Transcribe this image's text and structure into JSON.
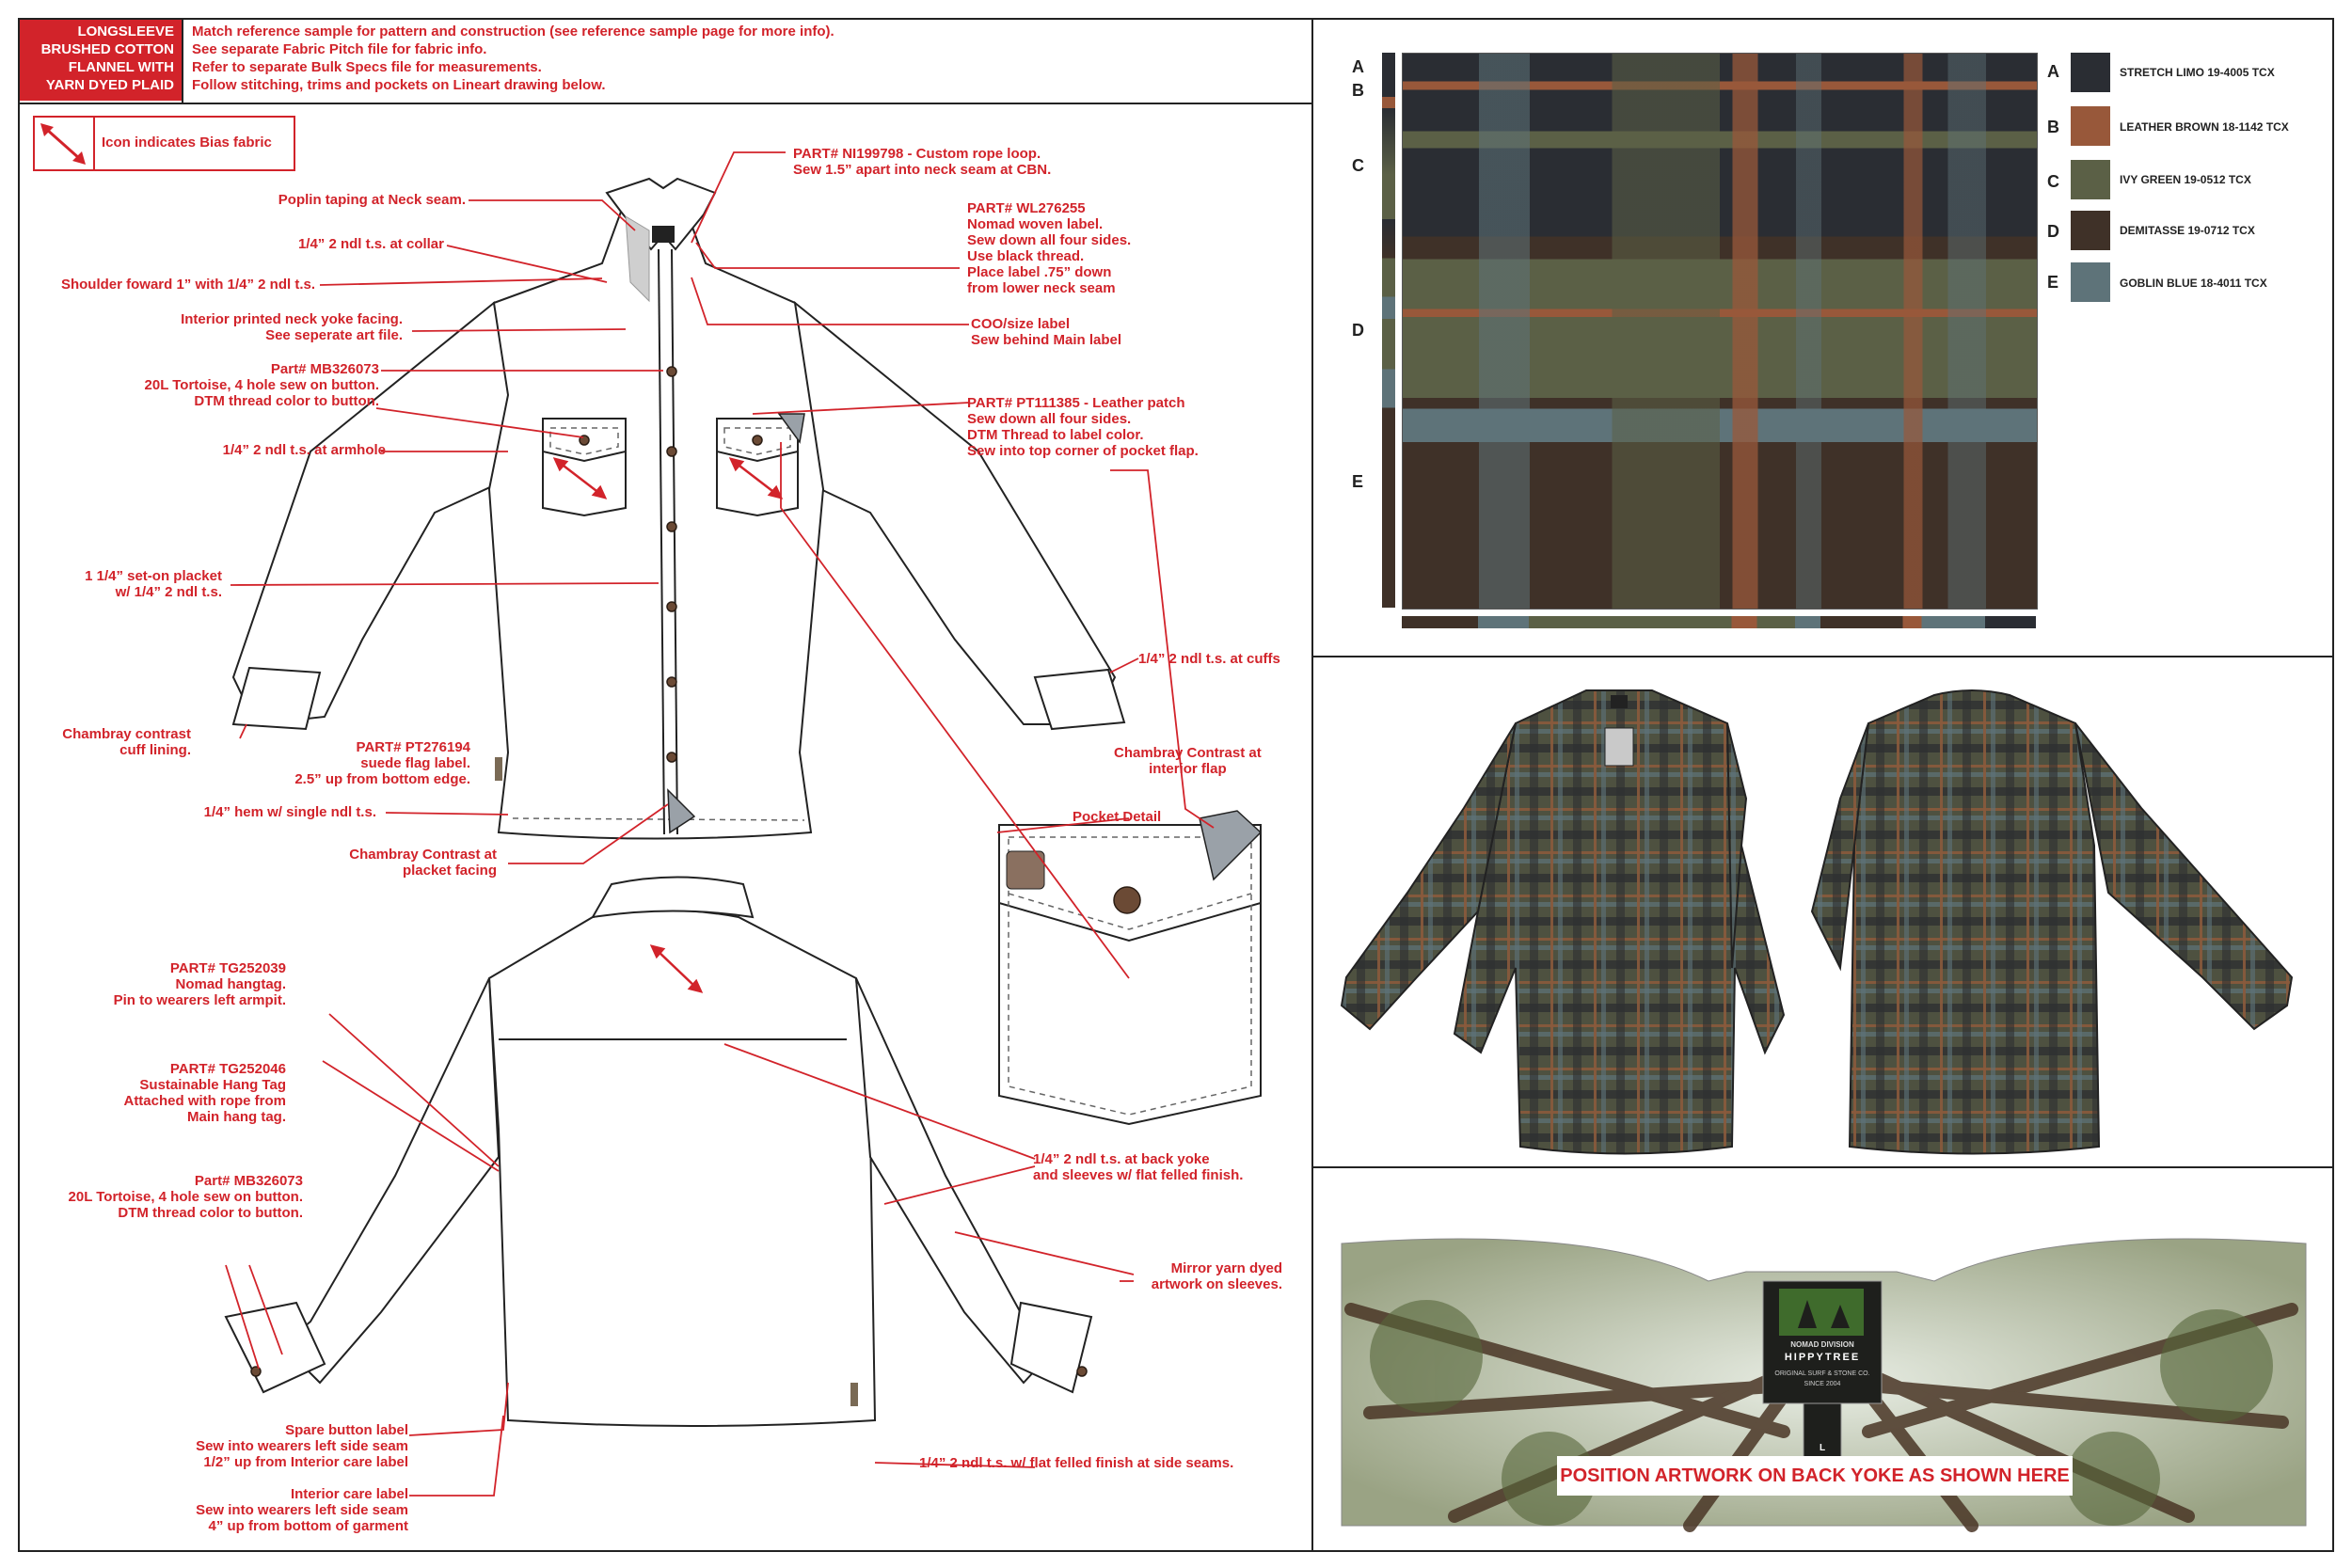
{
  "header": {
    "title_lines": [
      "LONGSLEEVE",
      "BRUSHED COTTON",
      "FLANNEL WITH",
      "YARN DYED PLAID"
    ],
    "notes": [
      "Match reference sample for pattern and construction (see reference sample page for more info).",
      "See separate Fabric Pitch file for fabric info.",
      "Refer to separate Bulk Specs file for measurements.",
      "Follow stitching, trims and pockets on Lineart drawing below."
    ]
  },
  "legend": {
    "text": "Icon indicates Bias fabric"
  },
  "front_annotations": {
    "neck_seam": "Poplin taping at Neck seam.",
    "collar": "1/4” 2 ndl t.s. at collar",
    "shoulder": "Shoulder foward 1” with 1/4” 2 ndl t.s.",
    "yoke_facing": [
      "Interior printed neck yoke facing.",
      "See seperate art file."
    ],
    "button": [
      "Part# MB326073",
      "20L Tortoise, 4 hole sew on button.",
      "DTM thread color to button."
    ],
    "armhole": "1/4” 2 ndl t.s. at armhole",
    "placket": [
      "1 1/4” set-on placket",
      "w/ 1/4” 2 ndl t.s."
    ],
    "cuff_lining": [
      "Chambray contrast",
      "cuff lining."
    ],
    "flag_label": [
      "PART# PT276194",
      "suede flag label.",
      "2.5” up from bottom edge."
    ],
    "hem": "1/4” hem w/ single ndl t.s.",
    "placket_facing": [
      "Chambray Contrast at",
      "placket facing"
    ],
    "rope_loop": [
      "PART# NI199798 - Custom rope loop.",
      "Sew 1.5” apart into neck seam at CBN."
    ],
    "woven_label": [
      "PART# WL276255",
      "Nomad woven label.",
      "Sew down all four sides.",
      "Use black thread.",
      "Place label .75” down",
      "from lower neck seam"
    ],
    "coo_label": [
      "COO/size label",
      "Sew behind Main label"
    ],
    "leather_patch": [
      "PART# PT111385 - Leather patch",
      "Sew down all four sides.",
      "DTM Thread to label color.",
      "Sew into top corner of pocket flap."
    ],
    "cuffs": "1/4” 2 ndl t.s. at cuffs",
    "interior_flap": [
      "Chambray Contrast at",
      "interior flap"
    ],
    "pocket_detail": "Pocket Detail"
  },
  "back_annotations": {
    "hangtag": [
      "PART# TG252039",
      "Nomad hangtag.",
      "Pin to wearers left armpit."
    ],
    "sustainable_tag": [
      "PART# TG252046",
      "Sustainable Hang Tag",
      "Attached with rope from",
      "Main hang tag."
    ],
    "button": [
      "Part# MB326073",
      "20L Tortoise, 4 hole sew on button.",
      "DTM thread color to button."
    ],
    "back_yoke": [
      "1/4” 2 ndl t.s. at back yoke",
      "and sleeves w/ flat felled finish."
    ],
    "mirror": [
      "Mirror yarn dyed",
      "artwork on sleeves."
    ],
    "spare_button": [
      "Spare button label",
      "Sew into wearers left side seam",
      "1/2” up from Interior care label"
    ],
    "care_label": [
      "Interior care label",
      "Sew into wearers left side seam",
      "4” up from bottom of garment"
    ],
    "side_seams": "1/4” 2 ndl t.s. w/ flat felled finish at side seams."
  },
  "plaid_markers": [
    "A",
    "B",
    "C",
    "D",
    "E"
  ],
  "swatches": [
    {
      "letter": "A",
      "name": "STRETCH LIMO 19-4005 TCX",
      "color": "#2a2d33"
    },
    {
      "letter": "B",
      "name": "LEATHER BROWN 18-1142 TCX",
      "color": "#98583a"
    },
    {
      "letter": "C",
      "name": "IVY GREEN 19-0512 TCX",
      "color": "#5b6046"
    },
    {
      "letter": "D",
      "name": "DEMITASSE 19-0712 TCX",
      "color": "#3f3128"
    },
    {
      "letter": "E",
      "name": "GOBLIN BLUE 18-4011 TCX",
      "color": "#5e7379"
    }
  ],
  "artwork": {
    "position_note": "POSITION ARTWORK ON BACK YOKE AS SHOWN HERE",
    "label_lines": [
      "NOMAD DIVISION",
      "HIPPYTREE",
      "ORIGINAL SURF & STONE CO.",
      "SINCE 2004",
      "L"
    ]
  },
  "colors": {
    "accent": "#d2232a",
    "ink": "#222222"
  }
}
